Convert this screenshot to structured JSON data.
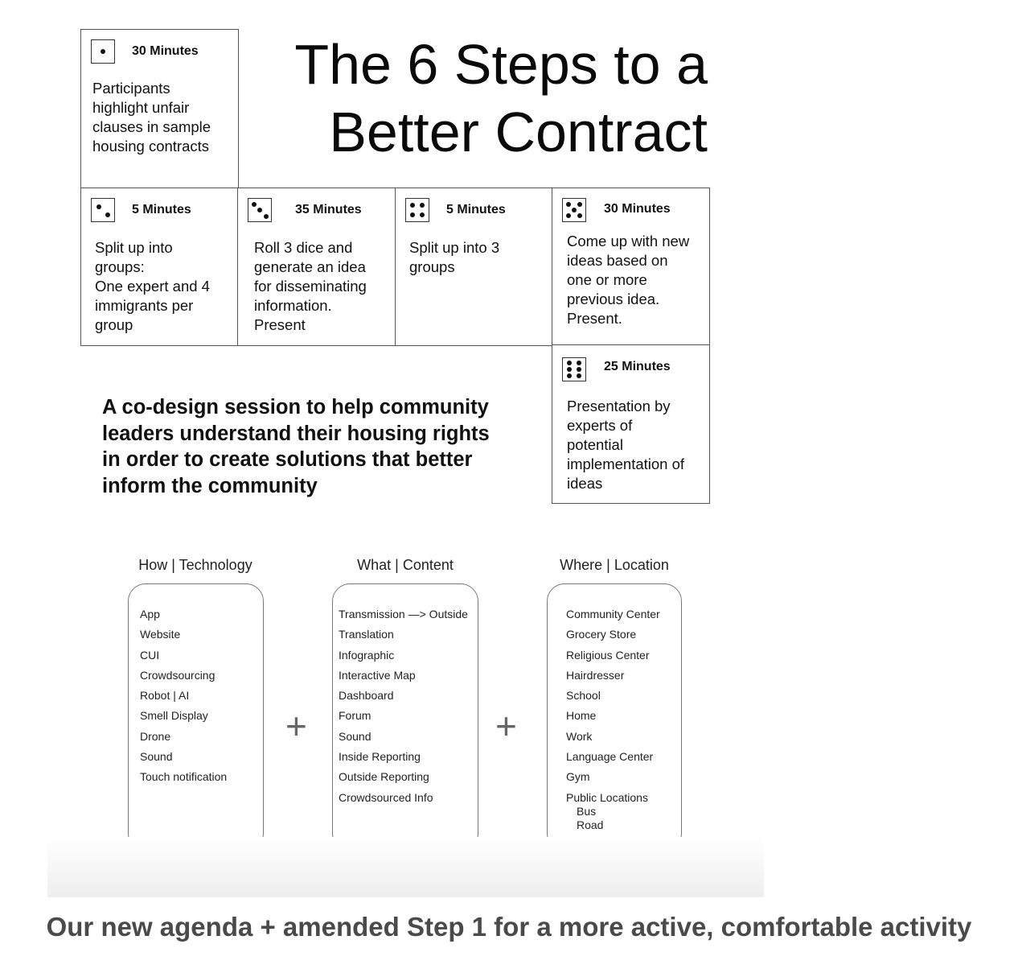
{
  "title": "The 6 Steps to a\nBetter Contract",
  "tagline": "A co-design session to help community\nleaders understand their housing rights\nin order to create solutions that better\ninform the community",
  "steps": [
    {
      "minutes": "30 Minutes",
      "text": "Participants\nhighlight unfair\nclauses in sample\nhousing contracts",
      "die_face": 1
    },
    {
      "minutes": "5 Minutes",
      "text": "Split up into\ngroups:\nOne expert and 4\nimmigrants per\ngroup",
      "die_face": 2
    },
    {
      "minutes": "35 Minutes",
      "text": "Roll 3 dice and\ngenerate an idea\nfor disseminating\ninformation.\nPresent",
      "die_face": 3
    },
    {
      "minutes": "5 Minutes",
      "text": "Split up into 3\ngroups",
      "die_face": 4
    },
    {
      "minutes": "30 Minutes",
      "text": "Come up with new\nideas based on\none or more\nprevious idea.\nPresent.",
      "die_face": 5
    },
    {
      "minutes": "25 Minutes",
      "text": "Presentation by\nexperts of\npotential\nimplementation of\nideas",
      "die_face": 6
    }
  ],
  "columns": [
    {
      "heading": "How | Technology",
      "items": [
        "App",
        "Website",
        "CUI",
        "Crowdsourcing",
        "Robot | AI",
        "Smell Display",
        "Drone",
        "Sound",
        "Touch notification"
      ]
    },
    {
      "heading": "What | Content",
      "items": [
        "Transmission —> Outside",
        "Translation",
        "Infographic",
        "Interactive Map",
        "Dashboard",
        "Forum",
        "Sound",
        "Inside Reporting",
        "Outside Reporting",
        "Crowdsourced Info"
      ]
    },
    {
      "heading": "Where | Location",
      "items": [
        "Community Center",
        "Grocery Store",
        "Religious Center",
        "Hairdresser",
        "School",
        "Home",
        "Work",
        "Language Center",
        "Gym",
        "Public Locations"
      ],
      "sub_items": [
        "Bus",
        "Road"
      ]
    }
  ],
  "plus_symbol": "+",
  "caption": "Our new agenda + amended Step 1 for a more active, comfortable activity"
}
